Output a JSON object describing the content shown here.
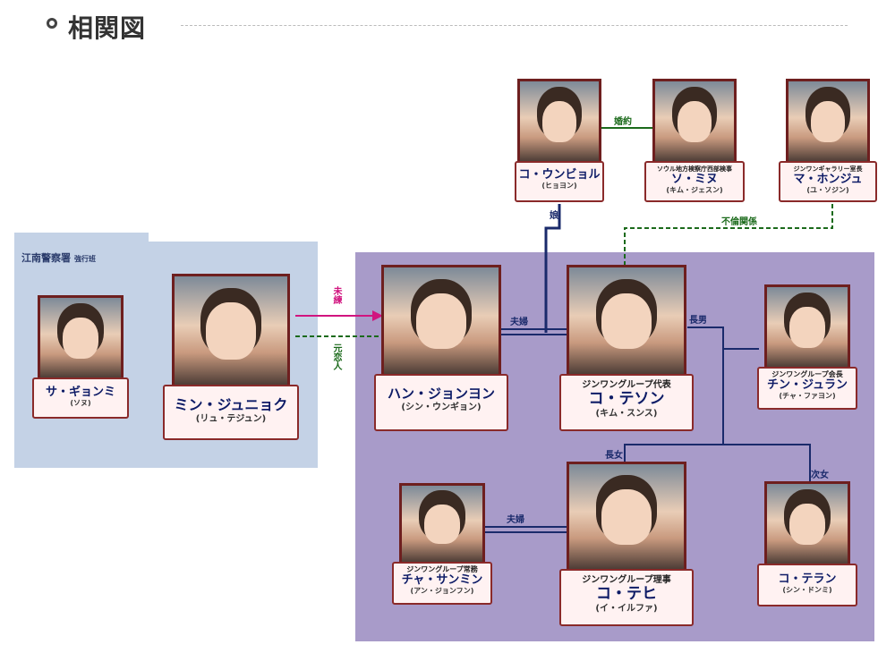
{
  "header": {
    "title": "相関図"
  },
  "areas": {
    "police": {
      "label": "江南警察署",
      "sublabel": "強行班"
    }
  },
  "people": {
    "ko_unbyol": {
      "role": "",
      "name": "コ・ウンビョル",
      "actor": "(ヒョヨン)"
    },
    "so_minu": {
      "role": "ソウル地方検察庁西部検事",
      "name": "ソ・ミヌ",
      "actor": "(キム・ジェスン)"
    },
    "ma_honju": {
      "role": "ジンワンギャラリー室長",
      "name": "マ・ホンジュ",
      "actor": "(ユ・ソジン)"
    },
    "sa_gyonmi": {
      "role": "",
      "name": "サ・ギョンミ",
      "actor": "(ソヌ)"
    },
    "min_junyok": {
      "role": "",
      "name": "ミン・ジュニョク",
      "actor": "(リュ・テジュン)"
    },
    "han_jonyon": {
      "role": "",
      "name": "ハン・ジョンヨン",
      "actor": "(シン・ウンギョン)"
    },
    "ko_teson": {
      "role": "ジンワングループ代表",
      "name": "コ・テソン",
      "actor": "(キム・スンス)"
    },
    "chin_juran": {
      "role": "ジンワングループ会長",
      "name": "チン・ジュラン",
      "actor": "(チャ・ファヨン)"
    },
    "cha_sanmin": {
      "role": "ジンワングループ常務",
      "name": "チャ・サンミン",
      "actor": "(アン・ジョンフン)"
    },
    "ko_tehi": {
      "role": "ジンワングループ理事",
      "name": "コ・テヒ",
      "actor": "(イ・イルファ)"
    },
    "ko_teran": {
      "role": "",
      "name": "コ・テラン",
      "actor": "(シン・ドンミ)"
    }
  },
  "relations": {
    "engaged": "婚約",
    "daughter": "娘",
    "affair": "不倫関係",
    "unmarried": "未練",
    "ex_lover": "元恋人",
    "couple_1": "夫婦",
    "eldest_son": "長男",
    "eldest_daughter": "長女",
    "second_daughter": "次女",
    "couple_2": "夫婦"
  },
  "colors": {
    "police_bg": "#c4d2e6",
    "family_bg": "#a89bc9",
    "frame": "#6e1f1f",
    "name_text": "#0d1b66",
    "line_navy": "#1a2a6b",
    "line_pink": "#d1147f",
    "line_green": "#1b6a1b"
  }
}
